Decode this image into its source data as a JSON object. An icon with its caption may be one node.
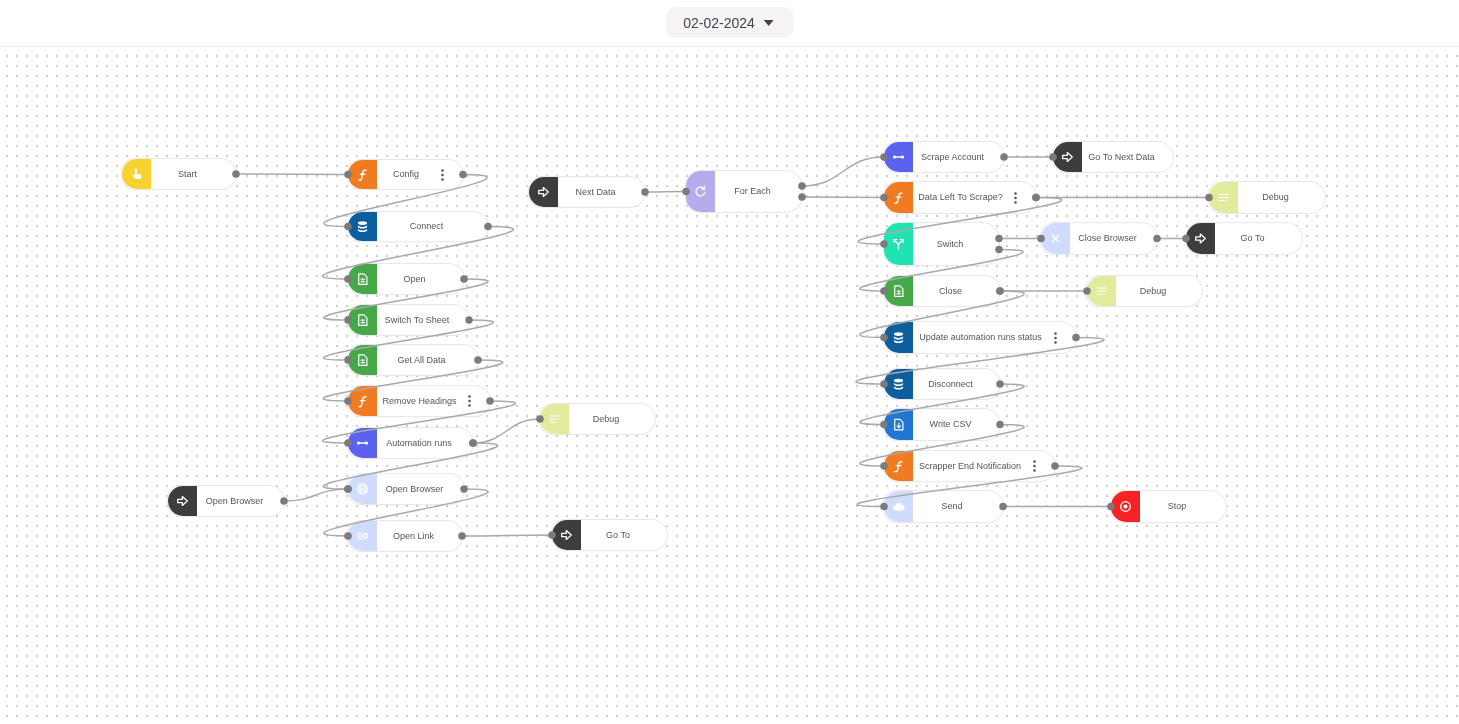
{
  "diagram": {
    "title": "02-02-2024",
    "nodes": [
      {
        "text": [
          "Start"
        ]
      },
      {
        "text": [
          "Config"
        ]
      },
      {
        "text": [
          "Connect"
        ]
      },
      {
        "text": [
          "Open"
        ]
      },
      {
        "text": [
          "Switch To Sheet"
        ]
      },
      {
        "text": [
          "Get All Data"
        ]
      },
      {
        "text": [
          "Remove Headings"
        ]
      },
      {
        "text": [
          "Automation runs"
        ]
      },
      {
        "text": [
          "Debug"
        ]
      },
      {
        "text": [
          "Open Browser"
        ]
      },
      {
        "text": [
          "Open Browser"
        ]
      },
      {
        "text": [
          "Open Link"
        ]
      },
      {
        "text": [
          "Go To"
        ]
      },
      {
        "text": [
          "Next Data"
        ]
      },
      {
        "text": [
          "For Each"
        ]
      },
      {
        "text": [
          "Scrape Account"
        ]
      },
      {
        "text": [
          "Go To Next Data"
        ]
      },
      {
        "text": [
          "Data Left To Scrape?"
        ]
      },
      {
        "text": [
          "Debug"
        ]
      },
      {
        "text": [
          "Switch"
        ]
      },
      {
        "text": [
          "Close Browser"
        ]
      },
      {
        "text": [
          "Go To"
        ]
      },
      {
        "text": [
          "Close"
        ]
      },
      {
        "text": [
          "Debug"
        ]
      },
      {
        "text": [
          "Update automation runs status"
        ]
      },
      {
        "text": [
          "Disconnect"
        ]
      },
      {
        "text": [
          "Write CSV"
        ]
      },
      {
        "text": [
          "Scrapper End Notification"
        ]
      },
      {
        "text": [
          "Send"
        ]
      },
      {
        "text": [
          "Stop"
        ]
      }
    ],
    "edges": [
      {
        "from": 0,
        "to": 1,
        "arrow": "other"
      },
      {
        "from": 1,
        "to": 2,
        "arrow": "other"
      },
      {
        "from": 2,
        "to": 3,
        "arrow": "other"
      },
      {
        "from": 3,
        "to": 4,
        "arrow": "other"
      },
      {
        "from": 4,
        "to": 5,
        "arrow": "other"
      },
      {
        "from": 5,
        "to": 6,
        "arrow": "other"
      },
      {
        "from": 6,
        "to": 7,
        "arrow": "other"
      },
      {
        "from": 7,
        "to": 8,
        "arrow": "other"
      },
      {
        "from": 7,
        "to": 10,
        "arrow": "other"
      },
      {
        "from": 9,
        "to": 10,
        "arrow": "other"
      },
      {
        "from": 10,
        "to": 11,
        "arrow": "other"
      },
      {
        "from": 11,
        "to": 12,
        "arrow": "other"
      },
      {
        "from": 13,
        "to": 14,
        "arrow": "other"
      },
      {
        "from": 14,
        "to": 15,
        "arrow": "other"
      },
      {
        "from": 14,
        "to": 17,
        "arrow": "other"
      },
      {
        "from": 15,
        "to": 16,
        "arrow": "other"
      },
      {
        "from": 17,
        "to": 18,
        "arrow": "other"
      },
      {
        "from": 17,
        "to": 19,
        "arrow": "other"
      },
      {
        "from": 19,
        "to": 20,
        "arrow": "other"
      },
      {
        "from": 19,
        "to": 22,
        "arrow": "other"
      },
      {
        "from": 20,
        "to": 21,
        "arrow": "other"
      },
      {
        "from": 22,
        "to": 23,
        "arrow": "other"
      },
      {
        "from": 22,
        "to": 24,
        "arrow": "other"
      },
      {
        "from": 24,
        "to": 25,
        "arrow": "other"
      },
      {
        "from": 25,
        "to": 26,
        "arrow": "other"
      },
      {
        "from": 26,
        "to": 27,
        "arrow": "other"
      },
      {
        "from": 27,
        "to": 28,
        "arrow": "other"
      },
      {
        "from": 28,
        "to": 29,
        "arrow": "other"
      }
    ]
  }
}
